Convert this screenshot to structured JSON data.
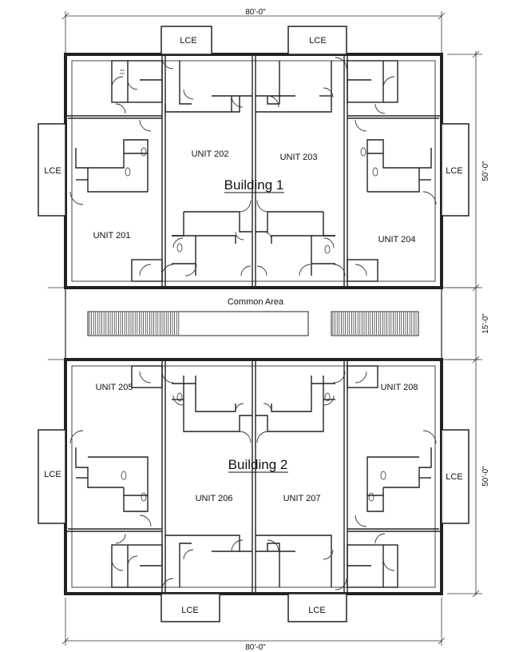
{
  "dimensions": {
    "top_width": "80'-0\"",
    "bottom_width": "80'-0\"",
    "building1_depth": "50'-0\"",
    "common_depth": "15'-0\"",
    "building2_depth": "50'-0\""
  },
  "buildings": [
    {
      "name": "Building 1"
    },
    {
      "name": "Building 2"
    }
  ],
  "units": {
    "u201": "UNIT 201",
    "u202": "UNIT 202",
    "u203": "UNIT 203",
    "u204": "UNIT 204",
    "u205": "UNIT 205",
    "u206": "UNIT 206",
    "u207": "UNIT 207",
    "u208": "UNIT 208"
  },
  "common_area": "Common Area",
  "lce_label": "LCE"
}
